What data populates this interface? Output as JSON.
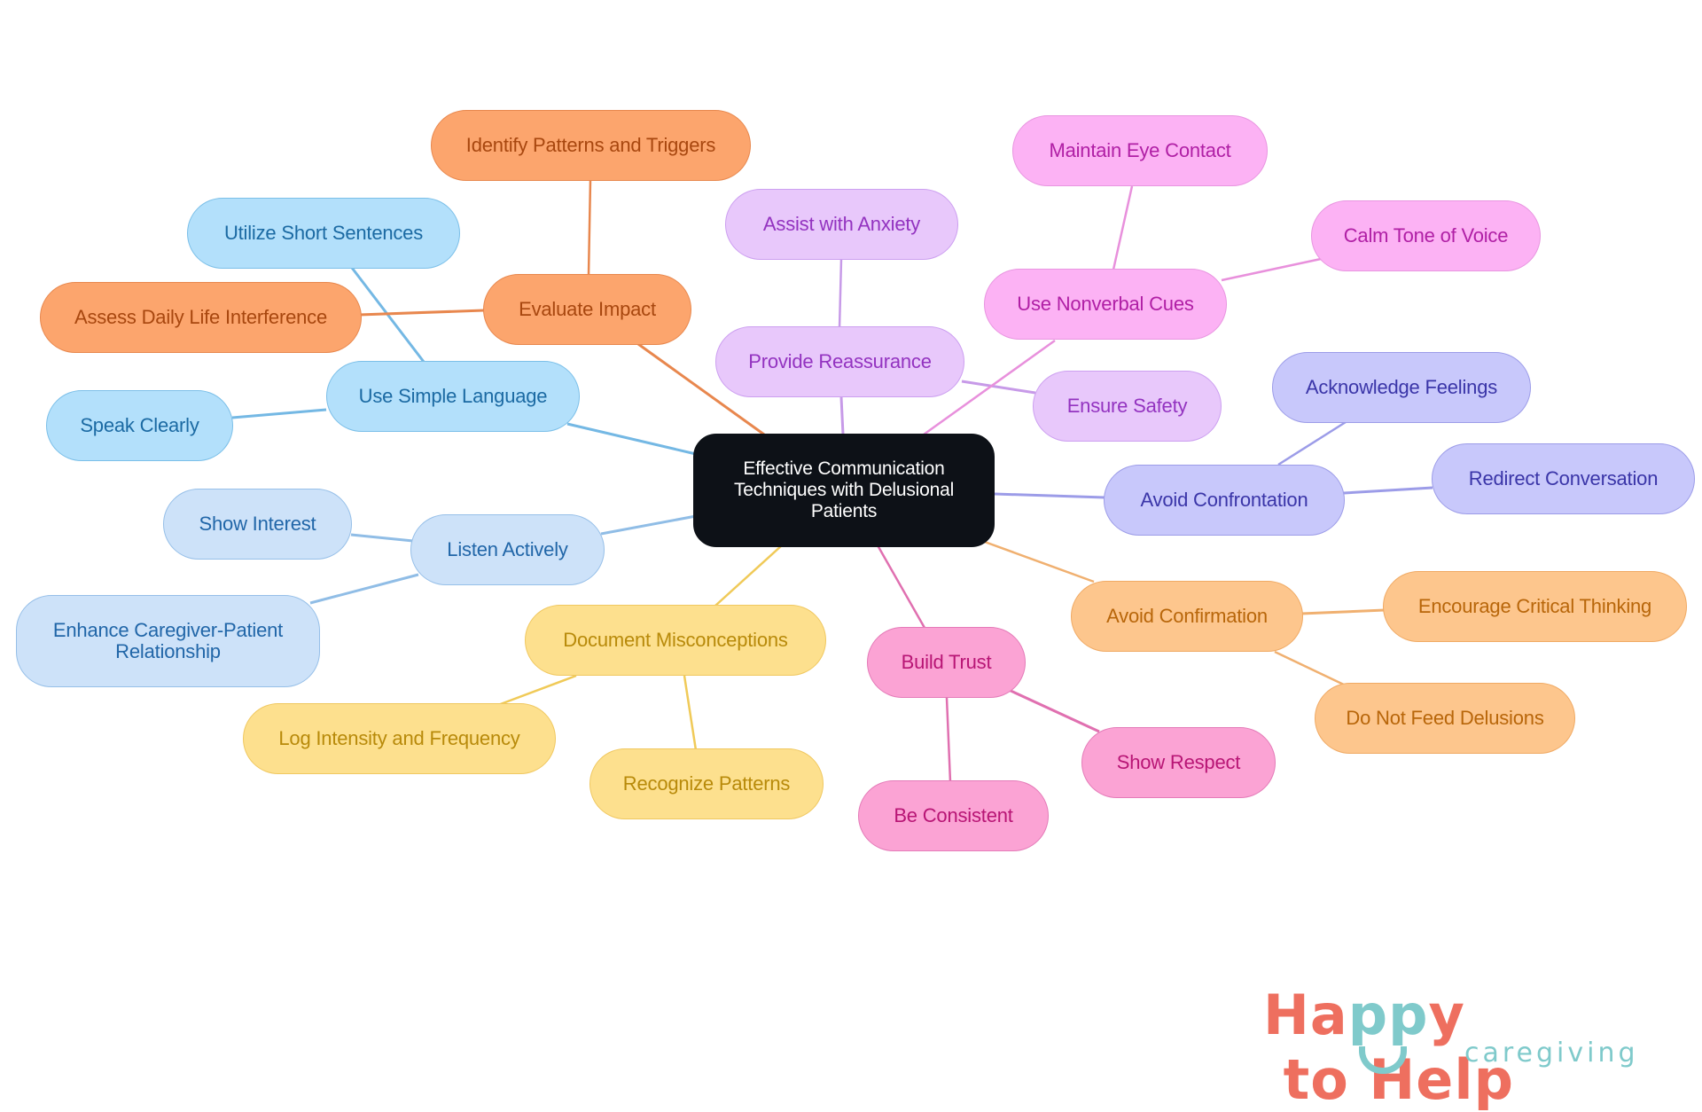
{
  "title": "Effective Communication Techniques with Delusional Patients",
  "colors": {
    "root_bg": "#0d1117",
    "root_text": "#ffffff",
    "blue_bg": "#b3e0fb",
    "blue_border": "#7bbfe8",
    "blue_text": "#1b6aa3",
    "blue_line": "#74b8e4",
    "lightblue_bg": "#cde2f9",
    "lightblue_border": "#96bfe8",
    "lightblue_text": "#2166a8",
    "lightblue_line": "#90bde6",
    "orange_bg": "#fca56d",
    "orange_border": "#e8884e",
    "orange_text": "#a8470f",
    "orange_line": "#e8874e",
    "purple_bg": "#e8c8fb",
    "purple_border": "#cc9ff0",
    "purple_text": "#9333c0",
    "purple_line": "#c79ae8",
    "pink_bg": "#fcb2f4",
    "pink_border": "#e895e0",
    "pink_text": "#b01fa5",
    "pink_line": "#e890dc",
    "indigo_bg": "#c8c8fb",
    "indigo_border": "#9c9ce8",
    "indigo_text": "#3a35a8",
    "indigo_line": "#9c9ce8",
    "peach_bg": "#fdc68d",
    "peach_border": "#f0aa64",
    "peach_text": "#b8660a",
    "peach_line": "#f0b070",
    "rose_bg": "#fba3d4",
    "rose_border": "#e47bb8",
    "rose_text": "#b81575",
    "rose_line": "#e070b0",
    "yellow_bg": "#fde08e",
    "yellow_border": "#f0c860",
    "yellow_text": "#b88a0a",
    "yellow_line": "#f0ca58"
  },
  "nodes": {
    "root": {
      "label": "Effective Communication Techniques with Delusional Patients"
    },
    "use_simple_language": {
      "label": "Use Simple Language"
    },
    "utilize_short_sentences": {
      "label": "Utilize Short Sentences"
    },
    "speak_clearly": {
      "label": "Speak Clearly"
    },
    "evaluate_impact": {
      "label": "Evaluate Impact"
    },
    "identify_patterns_triggers": {
      "label": "Identify Patterns and Triggers"
    },
    "assess_daily_life": {
      "label": "Assess Daily Life Interference"
    },
    "provide_reassurance": {
      "label": "Provide Reassurance"
    },
    "assist_anxiety": {
      "label": "Assist with Anxiety"
    },
    "ensure_safety": {
      "label": "Ensure Safety"
    },
    "use_nonverbal_cues": {
      "label": "Use Nonverbal Cues"
    },
    "maintain_eye_contact": {
      "label": "Maintain Eye Contact"
    },
    "calm_tone": {
      "label": "Calm Tone of Voice"
    },
    "avoid_confrontation": {
      "label": "Avoid Confrontation"
    },
    "acknowledge_feelings": {
      "label": "Acknowledge Feelings"
    },
    "redirect_conversation": {
      "label": "Redirect Conversation"
    },
    "avoid_confirmation": {
      "label": "Avoid Confirmation"
    },
    "encourage_critical": {
      "label": "Encourage Critical Thinking"
    },
    "do_not_feed": {
      "label": "Do Not Feed Delusions"
    },
    "build_trust": {
      "label": "Build Trust"
    },
    "show_respect": {
      "label": "Show Respect"
    },
    "be_consistent": {
      "label": "Be Consistent"
    },
    "document_misconceptions": {
      "label": "Document Misconceptions"
    },
    "log_intensity": {
      "label": "Log Intensity and Frequency"
    },
    "recognize_patterns": {
      "label": "Recognize Patterns"
    },
    "listen_actively": {
      "label": "Listen Actively"
    },
    "show_interest": {
      "label": "Show Interest"
    },
    "enhance_relationship": {
      "label": "Enhance Caregiver-Patient Relationship"
    }
  },
  "logo": {
    "word_happy_h": "Ha",
    "word_happy_pp": "pp",
    "word_happy_y": "y",
    "word_rest": " to Help",
    "subtitle": "caregiving",
    "coral": "#ee6f5f",
    "teal": "#7fcacb"
  }
}
